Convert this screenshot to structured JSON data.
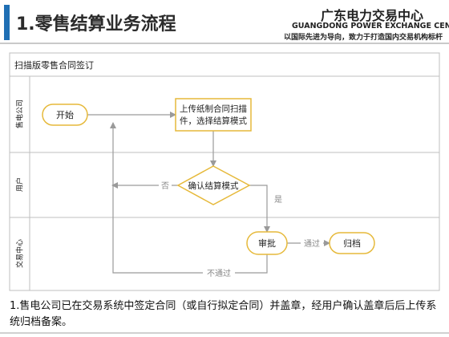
{
  "header": {
    "title": "1.零售结算业务流程",
    "org_name_cn": "广东电力交易中心",
    "org_name_en": "GUANGDONG POWER EXCHANGE CENTER",
    "org_slogan": "以国际先进为导向，致力于打造国内交易机构标杆"
  },
  "diagram": {
    "pool_title": "扫描版零售合同签订",
    "lanes": [
      {
        "label": "售电公司"
      },
      {
        "label": "用户"
      },
      {
        "label": "交易中心"
      }
    ],
    "nodes": {
      "start": "开始",
      "upload": [
        "上传纸制合同扫描",
        "件，选择结算模式"
      ],
      "confirm": "确认结算模式",
      "review": "审批",
      "archive": "归档"
    },
    "edge_labels": {
      "no": "否",
      "yes": "是",
      "pass": "通过",
      "reject": "不通过"
    },
    "colors": {
      "accent": "#1f6fb4",
      "node_border": "#e6b93a",
      "node_fill": "#ffffff",
      "arrow": "#9a9a9a",
      "lane_border": "#bfbfbf"
    }
  },
  "footnote": "1.售电公司已在交易系统中签定合同（或自行拟定合同）并盖章，经用户确认盖章后后上传系统归档备案。"
}
